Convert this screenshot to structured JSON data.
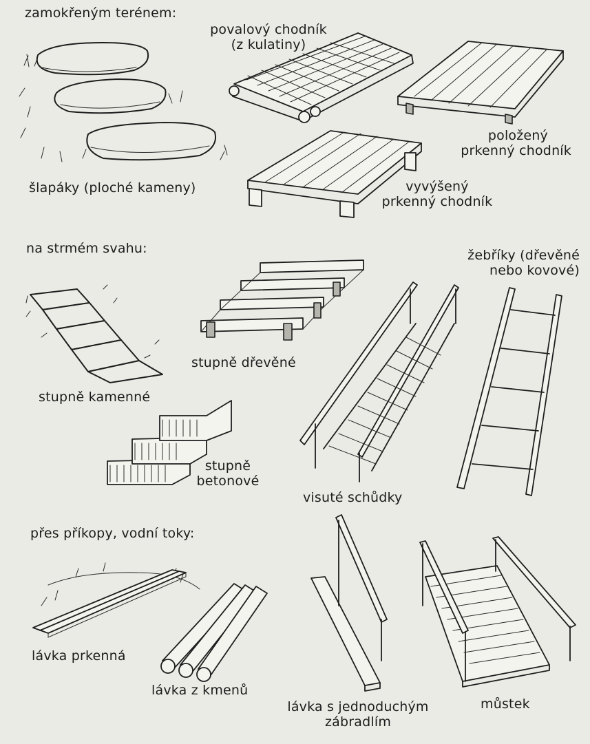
{
  "sections": {
    "wet_terrain": "zamokřeným terénem:",
    "steep_slope": "na strmém svahu:",
    "ditches": "přes příkopy, vodní toky:"
  },
  "items": {
    "stepping_stones": "šlapáky (ploché kameny)",
    "corduroy_line1": "povalový chodník",
    "corduroy_line2": "(z kulatiny)",
    "laid_board_line1": "položený",
    "laid_board_line2": "prkenný chodník",
    "raised_board_line1": "vyvýšený",
    "raised_board_line2": "prkenný chodník",
    "ladders_line1": "žebříky (dřevěné",
    "ladders_line2": "nebo kovové)",
    "stone_steps": "stupně kamenné",
    "wood_steps": "stupně dřevěné",
    "concrete_line1": "stupně",
    "concrete_line2": "betonové",
    "hanging_steps": "visuté schůdky",
    "plank_footbridge": "lávka prkenná",
    "log_footbridge": "lávka z kmenů",
    "simple_rail_line1": "lávka s jednoduchým",
    "simple_rail_line2": "zábradlím",
    "small_bridge": "můstek"
  }
}
